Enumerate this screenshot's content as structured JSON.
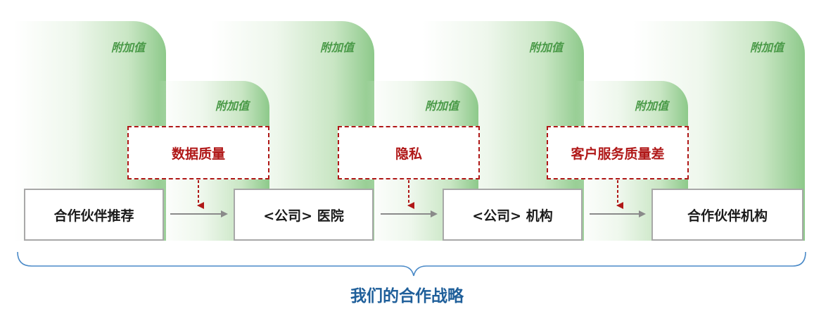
{
  "value_added_label": "附加值",
  "entities": [
    {
      "label": "合作伙伴推荐"
    },
    {
      "label": "<公司> 医院"
    },
    {
      "label": "<公司> 机构"
    },
    {
      "label": "合作伙伴机构"
    }
  ],
  "issues": [
    {
      "label": "数据质量"
    },
    {
      "label": "隐私"
    },
    {
      "label": "客户服务质量差"
    }
  ],
  "strategy_label": "我们的合作战略",
  "colors": {
    "value_green": "#8dc98a",
    "issue_red": "#b01818",
    "strategy_blue": "#1f5f9a",
    "brace_blue": "#4a8ac8"
  }
}
